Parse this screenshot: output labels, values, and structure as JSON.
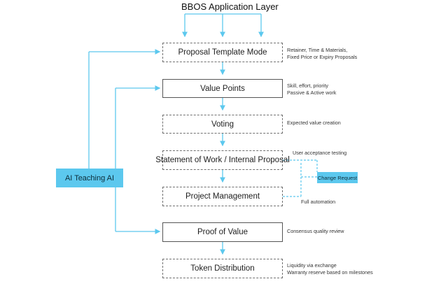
{
  "diagram": {
    "title": "BBOS Application Layer",
    "ai_label": "AI Teaching AI",
    "steps": [
      {
        "label": "Proposal Template Mode",
        "notes": [
          "Retainer, Time & Materials,",
          "Fixed Price or Expiry Proposals"
        ]
      },
      {
        "label": "Value Points",
        "notes": [
          "Skill, effort, priority",
          "Passive & Active work"
        ]
      },
      {
        "label": "Voting",
        "notes": [
          "Expected value creation"
        ]
      },
      {
        "label": "Statement of Work / Internal Proposal",
        "notes": []
      },
      {
        "label": "Project Management",
        "notes": []
      },
      {
        "label": "Proof of Value",
        "notes": [
          "Consensus quality review"
        ]
      },
      {
        "label": "Token Distribution",
        "notes": [
          "Liquidity via exchange",
          "Warranty reserve based on milestones"
        ]
      }
    ],
    "loop": {
      "top_label": "User acceptance testing",
      "bottom_label": "Full automation",
      "change_request": "Change Request"
    },
    "colors": {
      "accent": "#5cc8ee",
      "connector": "#5cc8ee",
      "border": "#707070"
    }
  }
}
